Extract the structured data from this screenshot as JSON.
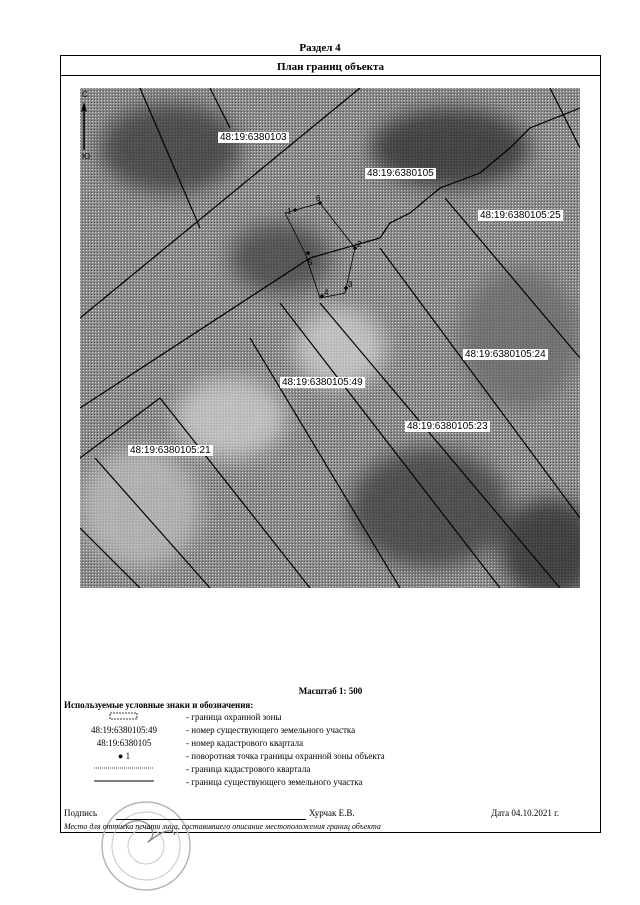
{
  "section_title": "Раздел 4",
  "plan_title": "План границ объекта",
  "compass": {
    "north": "С",
    "south": "Ю"
  },
  "map_labels": {
    "q1": "48:19:6380103",
    "q2": "48:19:6380105",
    "p25": "48:19:6380105:25",
    "p24": "48:19:6380105:24",
    "p49": "48:19:6380105:49",
    "p23": "48:19:6380105:23",
    "p21": "48:19:6380105:21"
  },
  "points": [
    "1",
    "2",
    "3",
    "4",
    "5",
    "6"
  ],
  "scale": "Масштаб 1: 500",
  "legend": {
    "title": "Используемые условные знаки и обозначения:",
    "items": [
      {
        "symbol": "",
        "text": "- граница охранной зоны"
      },
      {
        "symbol": "48:19:6380105:49",
        "text": "- номер существующего земельного участка"
      },
      {
        "symbol": "48:19:6380105",
        "text": "- номер кадастрового квартала"
      },
      {
        "symbol": "1",
        "text": "- поворотная точка границы охранной зоны объекта"
      },
      {
        "symbol": "",
        "text": "- граница кадастрового квартала"
      },
      {
        "symbol": "",
        "text": "- граница существующего земельного участка"
      }
    ]
  },
  "signature": {
    "label": "Подпись",
    "name": "Хурчак Е.В.",
    "date": "Дата 04.10.2021 г.",
    "caption": "Место для оттиска печати лица, составившего описание местоположения границ объекта"
  }
}
